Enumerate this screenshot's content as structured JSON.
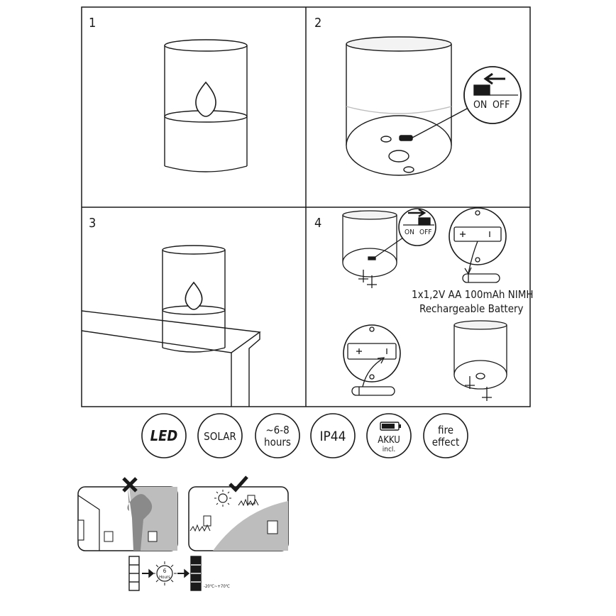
{
  "panels": {
    "p1": "1",
    "p2": "2",
    "p3": "3",
    "p4": "4"
  },
  "switch": {
    "on": "ON",
    "off": "OFF"
  },
  "battery": {
    "line1": "1x1,2V AA 100mAh NIMH",
    "line2": "Rechargeable Battery"
  },
  "icons": {
    "led": "LED",
    "solar": "SOLAR",
    "hours_1": "~6-8",
    "hours_2": "hours",
    "ip": "IP44",
    "akku_1": "AKKU",
    "akku_2": "incl.",
    "fire_1": "fire",
    "fire_2": "effect"
  },
  "charge": {
    "sun_1": "6",
    "sun_2": "Hours",
    "temp": "-20℃~+70℃"
  }
}
